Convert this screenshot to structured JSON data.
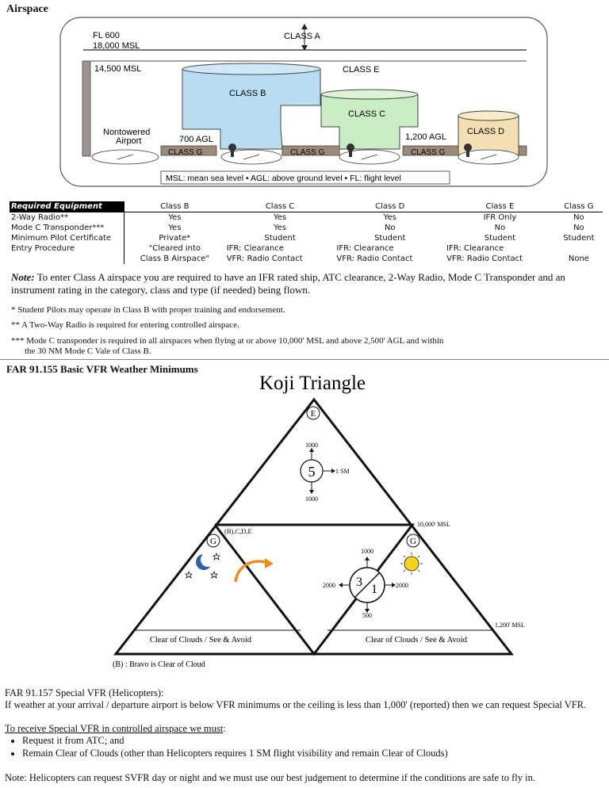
{
  "airspace": {
    "title": "Airspace",
    "labels": {
      "fl600": "FL 600",
      "msl18000": "18,000 MSL",
      "class_a": "CLASS A",
      "msl14500": "14,500 MSL",
      "class_e": "CLASS E",
      "class_b": "CLASS B",
      "class_c": "CLASS C",
      "class_d": "CLASS D",
      "nontowered": "Nontowered",
      "airport": "Airport",
      "agl700": "700 AGL",
      "agl1200": "1,200 AGL",
      "class_g": "CLASS G",
      "legend": "MSL: mean sea level • AGL: above ground level • FL: flight level"
    },
    "colors": {
      "class_b": "#b9dcf1",
      "class_c": "#c9ecc4",
      "class_d": "#f3dfb3",
      "ground": "#9b8a78"
    }
  },
  "equipment_table": {
    "header": [
      "Required Equipment",
      "Class B",
      "Class C",
      "Class D",
      "Class E",
      "Class G"
    ],
    "rows": [
      [
        "2-Way Radio**",
        "Yes",
        "Yes",
        "Yes",
        "IFR Only",
        "No"
      ],
      [
        "Mode C Transponder***",
        "Yes",
        "Yes",
        "No",
        "No",
        "No"
      ],
      [
        "Minimum Pilot Certificate",
        "Private*",
        "Student",
        "Student",
        "Student",
        "Student"
      ]
    ],
    "entry": {
      "label": "Entry Procedure",
      "b1": "\"Cleared into",
      "b2": "Class B Airspace\"",
      "c1": "IFR: Clearance",
      "c2": "VFR: Radio Contact",
      "d1": "IFR: Clearance",
      "d2": "VFR: Radio Contact",
      "e1": "IFR: Clearance",
      "e2": "VFR: Radio Contact",
      "g": "None"
    }
  },
  "note": {
    "label": "Note:",
    "text": " To enter Class A airspace you are required to have an IFR rated ship, ATC clearance, 2-Way Radio, Mode C Transponder and an instrument rating in the category, class and type (if needed) being flown."
  },
  "footnotes": {
    "f1": "* Student Pilots may operate in Class B with proper training and endorsement.",
    "f2": "** A Two-Way Radio is required for entering controlled airspace.",
    "f3a": "*** Mode C transponder is required in all airspaces when flying at or above 10,000' MSL and above 2,500' AGL and within",
    "f3b": "the 30 NM Mode C Vale of Class B."
  },
  "vfr": {
    "title": "FAR 91.155 Basic VFR Weather Minimums",
    "triangle_title": "Koji Triangle",
    "e_badge": "E",
    "g_badge": "G",
    "top_up": "1000",
    "top_center": "5",
    "top_right": "1 SM",
    "top_down": "1000",
    "msl10000": "10,000' MSL",
    "msl1200": "1,200' MSL",
    "bcde": "(B),C,D,E",
    "mid_up": "1000",
    "mid_left_num": "3",
    "mid_right_num": "1",
    "mid_left": "2000",
    "mid_right": "2000",
    "mid_down": "500",
    "clear_left": "Clear of Clouds / See & Avoid",
    "clear_right": "Clear of Clouds / See & Avoid",
    "bravo": "(B) : Bravo is Clear of Cloud"
  },
  "special_vfr": {
    "heading": "FAR 91.157 Special VFR (Helicopters):",
    "intro": "If weather at your arrival / departure airport is below VFR minimums or the ceiling is less than 1,000' (reported) then we can request Special VFR.",
    "list_title": "To receive Special VFR in controlled airspace we must",
    "list_colon": ":",
    "items": [
      "Request it from ATC; and",
      "Remain Clear of Clouds (other than Helicopters requires 1 SM flight visibility and remain Clear of Clouds)"
    ],
    "note": "Note: Helicopters can request SVFR day or night and we must use our best judgement to determine if the conditions are safe to fly in."
  }
}
